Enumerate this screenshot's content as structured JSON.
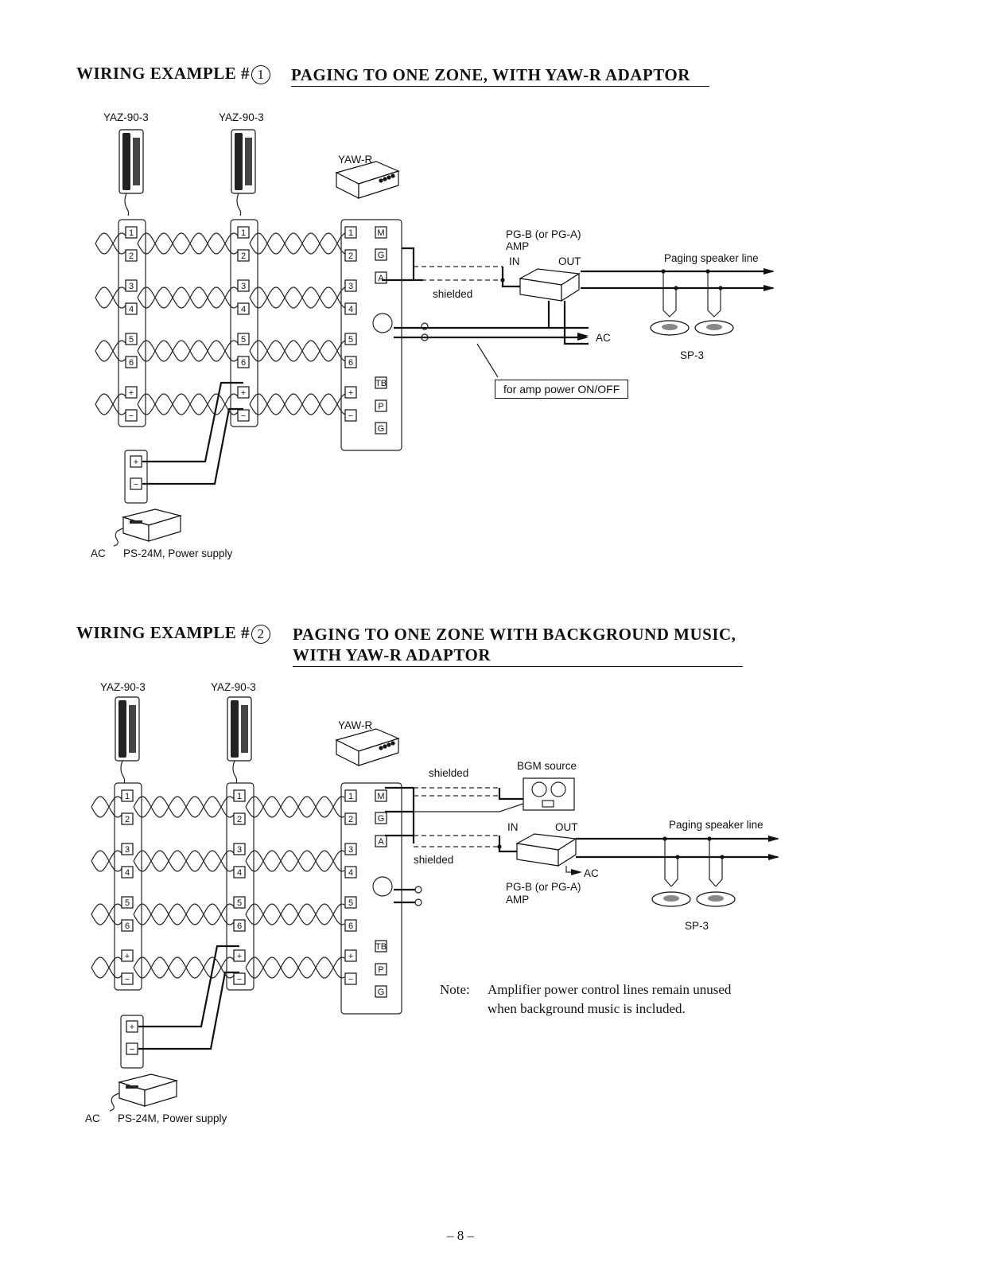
{
  "example1": {
    "heading": "WIRING EXAMPLE #",
    "number": "1",
    "title": "PAGING TO ONE ZONE, WITH YAW-R ADAPTOR",
    "station_labels": [
      "YAZ-90-3",
      "YAZ-90-3"
    ],
    "adaptor_label": "YAW-R",
    "amp_label_line1": "PG-B (or PG-A)",
    "amp_label_line2": "AMP",
    "in_label": "IN",
    "out_label": "OUT",
    "shielded_label": "shielded",
    "ac_label": "AC",
    "speaker_line_label": "Paging speaker line",
    "speaker_label": "SP-3",
    "callout": "for amp power ON/OFF",
    "power_ac_label": "AC",
    "power_label": "PS-24M, Power supply"
  },
  "example2": {
    "heading": "WIRING EXAMPLE #",
    "number": "2",
    "title_line1": "PAGING TO ONE ZONE WITH BACKGROUND MUSIC,",
    "title_line2": "WITH YAW-R ADAPTOR",
    "station_labels": [
      "YAZ-90-3",
      "YAZ-90-3"
    ],
    "adaptor_label": "YAW-R",
    "bgm_label": "BGM source",
    "shielded_top": "shielded",
    "shielded_bottom": "shielded",
    "in_label": "IN",
    "out_label": "OUT",
    "ac_label": "AC",
    "amp_label_line1": "PG-B (or PG-A)",
    "amp_label_line2": "AMP",
    "speaker_line_label": "Paging speaker line",
    "speaker_label": "SP-3",
    "note_prefix": "Note:",
    "note_line1": "Amplifier power control lines remain unused",
    "note_line2": "when background music is included.",
    "power_ac_label": "AC",
    "power_label": "PS-24M, Power supply"
  },
  "terminals": {
    "station": [
      "1",
      "2",
      "3",
      "4",
      "5",
      "6",
      "+",
      "−"
    ],
    "adaptor_left": [
      "1",
      "2",
      "3",
      "4",
      "5",
      "6",
      "+",
      "−"
    ],
    "adaptor_right": [
      "M",
      "G",
      "A",
      "TB",
      "P",
      "G"
    ],
    "power": [
      "+",
      "−"
    ]
  },
  "page_number": "– 8 –"
}
